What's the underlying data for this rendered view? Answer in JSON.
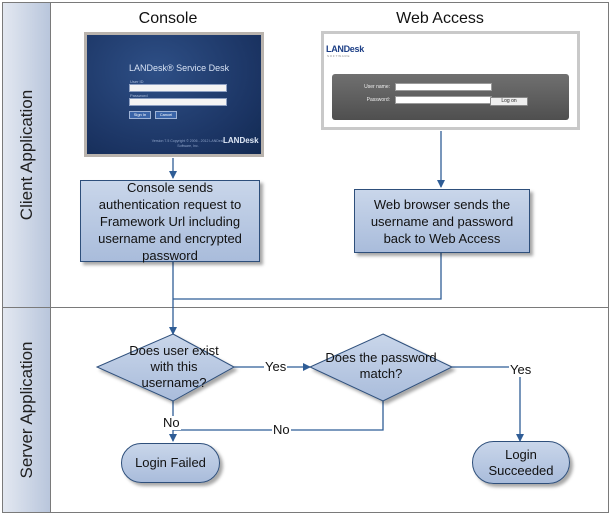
{
  "lanes": {
    "client": "Client Application",
    "server": "Server Application"
  },
  "columns": {
    "console": "Console",
    "web": "Web Access"
  },
  "console_screenshot": {
    "product_title": "LANDesk® Service Desk",
    "user_id_label": "User ID",
    "password_label": "Password",
    "sign_in_button": "Sign In",
    "cancel_button": "Cancel",
    "footer": "Version 7.5 Copyright © 2006 - 2012 LANDesk Software, Inc.",
    "logo": "LANDesk"
  },
  "web_screenshot": {
    "logo": "LANDesk",
    "tagline": "SOFTWARE",
    "username_label": "User name:",
    "password_label": "Password:",
    "logon_button": "Log on"
  },
  "nodes": {
    "console_process": "Console sends authentication request to Framework Url including username and encrypted password",
    "web_process": "Web browser sends the username and password back to Web Access",
    "decision_user": "Does user exist with this username?",
    "decision_password": "Does the password match?",
    "login_failed": "Login Failed",
    "login_succeeded": "Login Succeeded"
  },
  "edge_labels": {
    "yes1": "Yes",
    "yes2": "Yes",
    "no1": "No",
    "no2": "No"
  },
  "colors": {
    "lane_header": "#b9c6dc",
    "shape_fill": "#b4c5e0",
    "shape_border": "#2e4f7b",
    "connector": "#2f5d96"
  }
}
